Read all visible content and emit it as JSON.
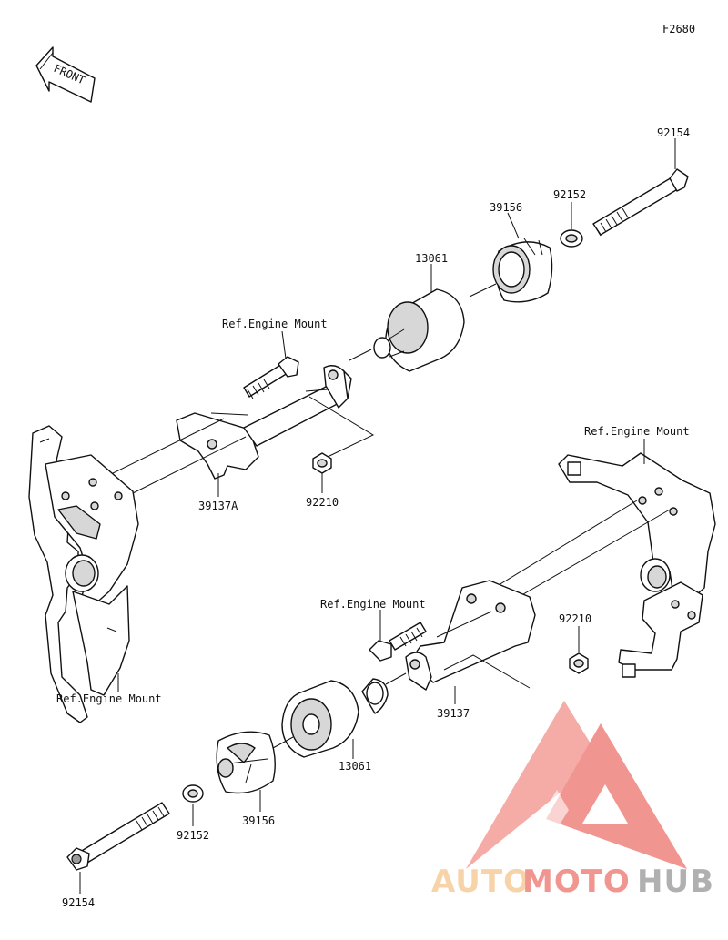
{
  "figure_code": "F2680",
  "front_arrow_text": "FRONT",
  "labels": {
    "p92154_top": "92154",
    "p92152_top": "92152",
    "p39156_top": "39156",
    "p13061_top": "13061",
    "ref_engine_mount_upper_bolt": "Ref.Engine Mount",
    "p39137A": "39137A",
    "p92210_upper": "92210",
    "ref_engine_mount_left": "Ref.Engine Mount",
    "ref_engine_mount_right": "Ref.Engine Mount",
    "ref_engine_mount_lower_bolt": "Ref.Engine Mount",
    "p92210_lower": "92210",
    "p39137": "39137",
    "p13061_bottom": "13061",
    "p39156_bottom": "39156",
    "p92152_bottom": "92152",
    "p92154_bottom": "92154"
  },
  "watermark": {
    "part1": "AUTO",
    "part2": "MOTO",
    "part3": "HUB",
    "color_light": "#f7cfa0",
    "color_red": "#f08a84",
    "color_gray": "#a8a8a8"
  }
}
